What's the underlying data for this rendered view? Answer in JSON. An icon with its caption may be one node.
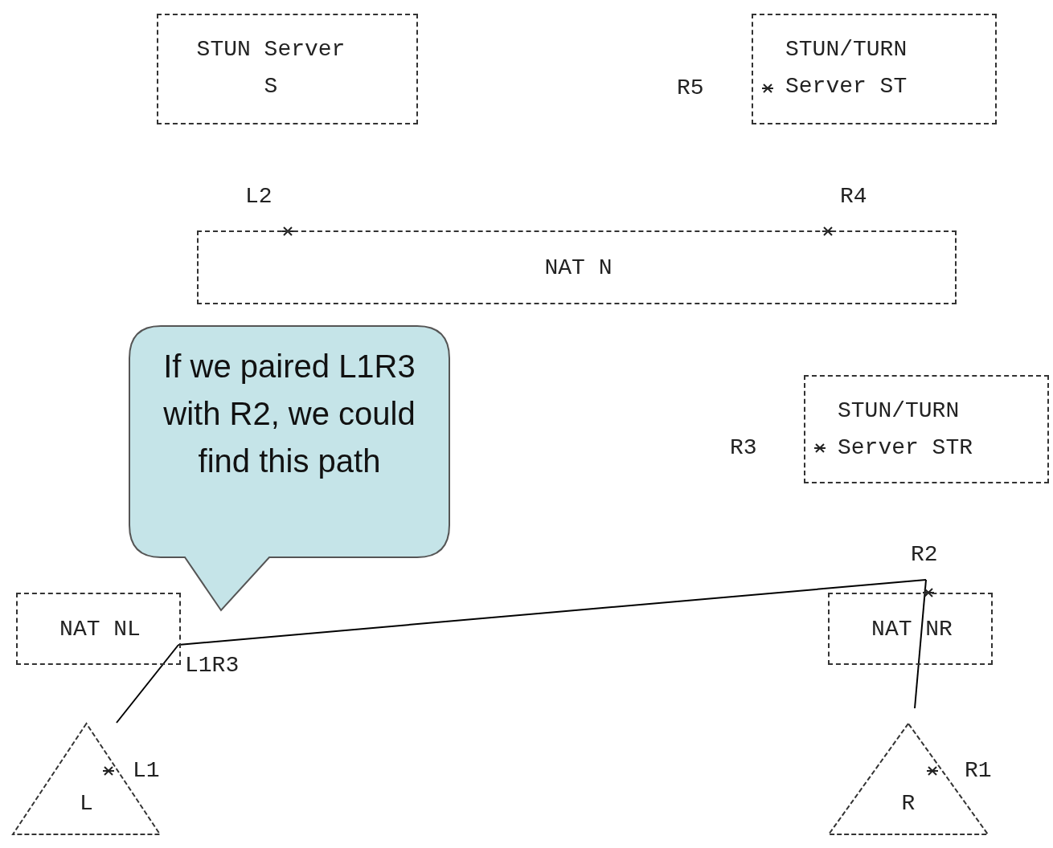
{
  "diagram": {
    "nodes": [
      {
        "text": [
          "STUN Server S"
        ]
      },
      {
        "text": [
          "STUN/TURN Server ST"
        ],
        "beside": [
          "R5"
        ]
      },
      {
        "text": [
          "NAT N"
        ],
        "beside": [
          "L2",
          "R4"
        ]
      },
      {
        "text": [
          "If we paired L1R3 with R2, we could find this path"
        ]
      },
      {
        "text": [
          "STUN/TURN Server STR"
        ],
        "beside": [
          "R3"
        ]
      },
      {
        "text": [
          "NAT NL"
        ],
        "beside": [
          "L1R3"
        ]
      },
      {
        "text": [
          "NAT NR"
        ],
        "beside": [
          "R2"
        ]
      },
      {
        "text": [
          "L"
        ],
        "beside": [
          "L1"
        ]
      },
      {
        "text": [
          "R"
        ],
        "beside": [
          "R1"
        ]
      }
    ],
    "edges": [
      {
        "from": 7,
        "to": 5,
        "arrow": "none"
      },
      {
        "from": 5,
        "to": 6,
        "arrow": "none"
      },
      {
        "from": 6,
        "to": 8,
        "arrow": "none"
      }
    ]
  }
}
